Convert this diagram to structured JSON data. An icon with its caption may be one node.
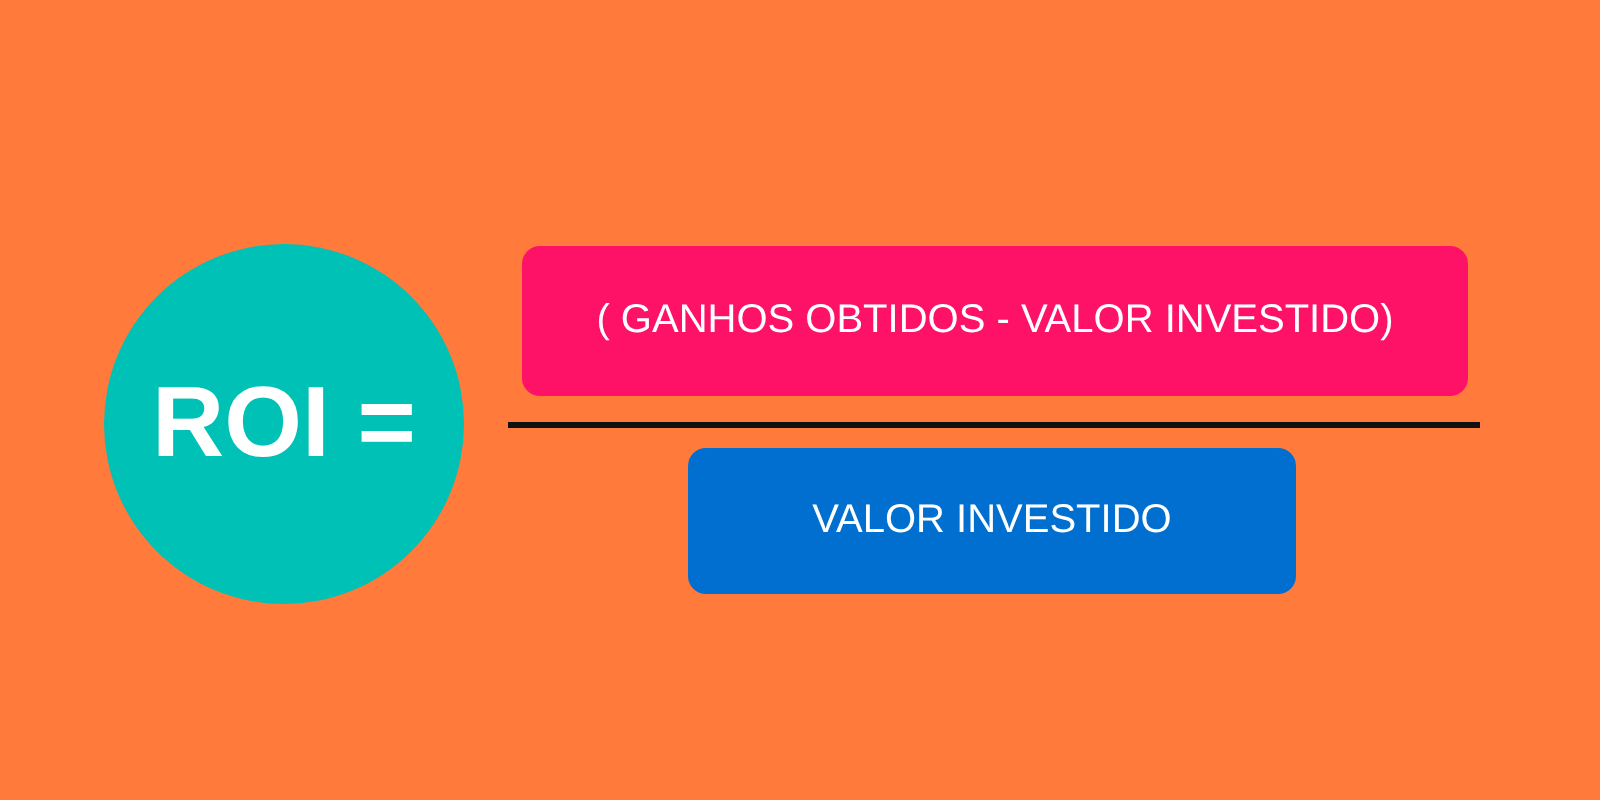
{
  "diagram": {
    "nodes": [
      {
        "text": [
          "ROI ="
        ]
      },
      {
        "text": [
          "( GANHOS OBTIDOS - VALOR INVESTIDO)"
        ]
      },
      {
        "text": [
          "VALOR INVESTIDO"
        ]
      }
    ]
  }
}
